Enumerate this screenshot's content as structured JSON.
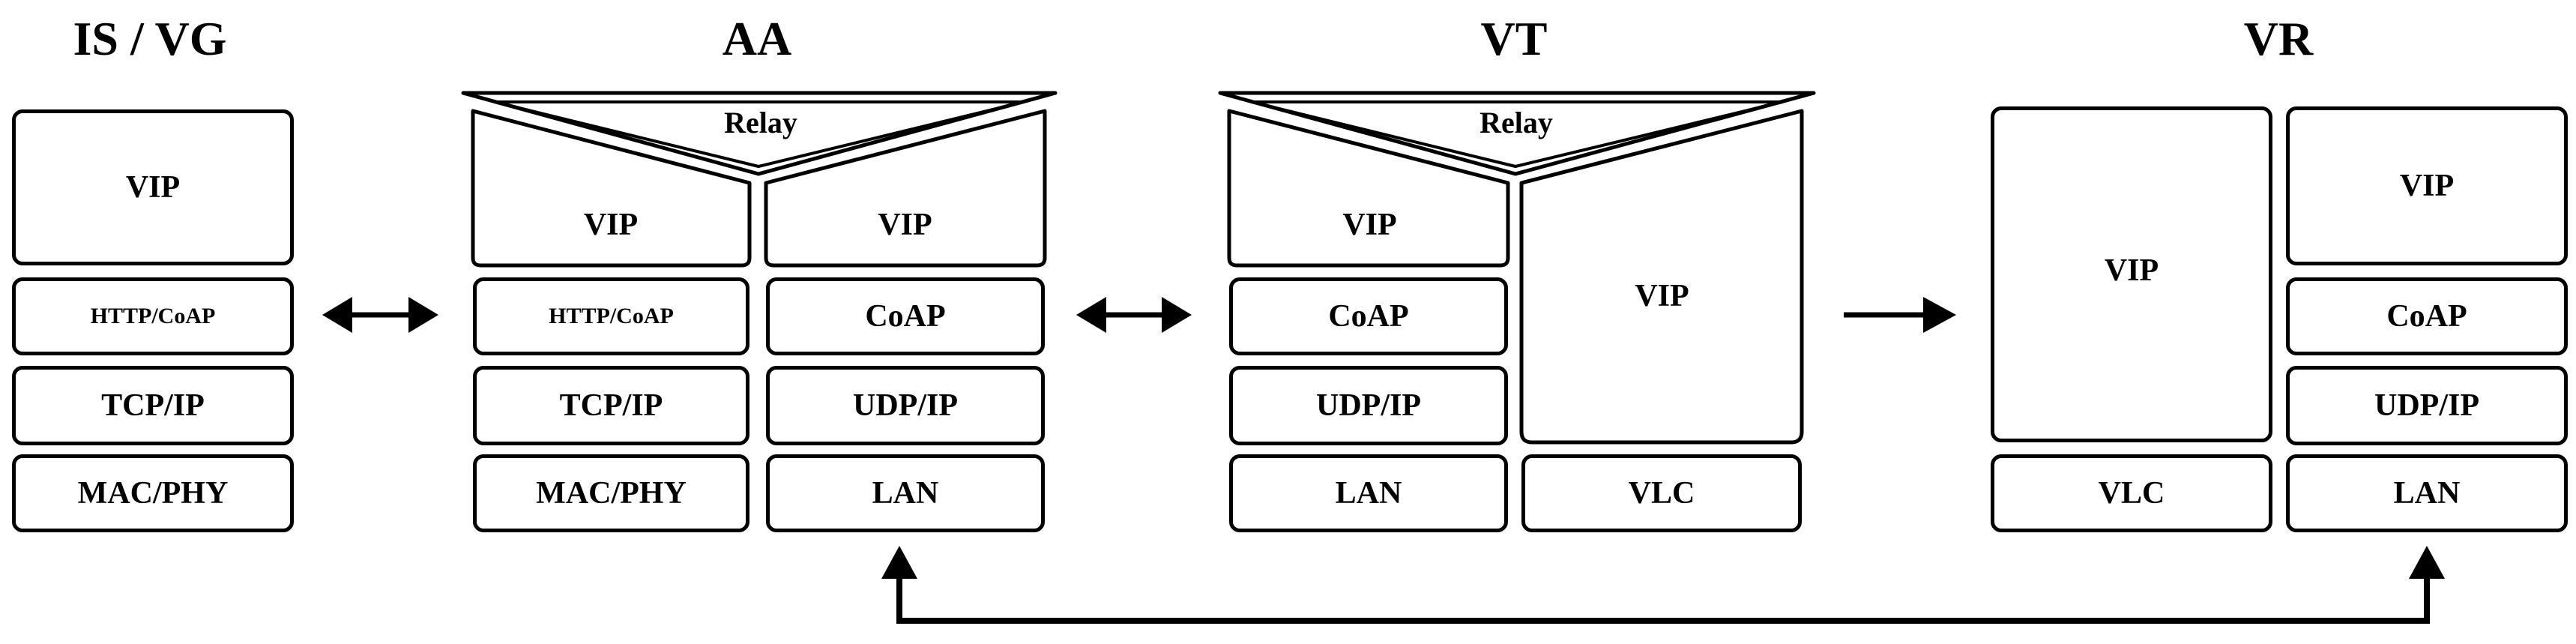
{
  "titles": {
    "is_vg": "IS / VG",
    "aa": "AA",
    "vt": "VT",
    "vr": "VR"
  },
  "is_vg": {
    "vip": "VIP",
    "http_coap": "HTTP/CoAP",
    "tcp_ip": "TCP/IP",
    "mac_phy": "MAC/PHY"
  },
  "aa": {
    "relay": "Relay",
    "left": {
      "vip": "VIP",
      "http_coap": "HTTP/CoAP",
      "tcp_ip": "TCP/IP",
      "mac_phy": "MAC/PHY"
    },
    "right": {
      "vip": "VIP",
      "coap": "CoAP",
      "udp_ip": "UDP/IP",
      "lan": "LAN"
    }
  },
  "vt": {
    "relay": "Relay",
    "left": {
      "vip": "VIP",
      "coap": "CoAP",
      "udp_ip": "UDP/IP",
      "lan": "LAN"
    },
    "right": {
      "vip": "VIP",
      "vlc": "VLC"
    }
  },
  "vr": {
    "left": {
      "vip": "VIP",
      "vlc": "VLC"
    },
    "right": {
      "vip": "VIP",
      "coap": "CoAP",
      "udp_ip": "UDP/IP",
      "lan": "LAN"
    }
  }
}
